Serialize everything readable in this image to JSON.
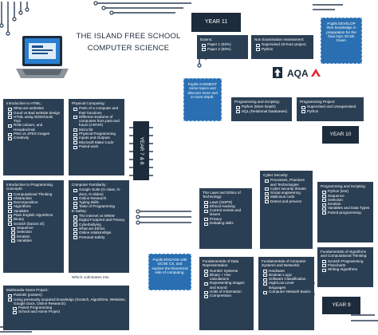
{
  "header": {
    "title_line1": "THE ISLAND FREE SCHOOL",
    "title_line2": "COMPUTER SCIENCE"
  },
  "year11": {
    "tag": "YEAR 11",
    "exams": {
      "title": "Exams:",
      "items": [
        "Paper 1 (50%)",
        "Paper 2 (50%)"
      ]
    },
    "nea": {
      "title": "Non Examination Assessment:",
      "items": [
        "Supervised 20-hour project,",
        "Python"
      ]
    },
    "pupils_open": "Pupils DEVELOP their knowledge in preparation for the final AQA GCSE Exam"
  },
  "aqa_logo": "AQA",
  "year10": {
    "tag": "YEAR 10",
    "pupils_augment": "Pupils AUGMENT some topics and discover more and in more depth.",
    "prog_scripting": {
      "title": "Programming and Scripting:",
      "items": [
        "Python (More Depth)",
        "SQL (Relational Databases)"
      ]
    },
    "prog_project": {
      "title": "Programming Project:",
      "items": [
        "Supervised and Unsupervised",
        "Python"
      ]
    },
    "cyber": {
      "title": "Cyber Security:",
      "items": [
        "Processes, Practices and Technologies",
        "Cyber security threats",
        "Social engineering",
        "Malicious code",
        "Detect and prevent"
      ]
    },
    "prog_scripting2": {
      "title": "Programming and Scripting:",
      "items": [
        "Python (text)",
        "Sequence",
        "Selection",
        "Iteration",
        "Variables and Data Types",
        "Paired programming"
      ]
    },
    "ethics": {
      "title": "The Laws and Ethics of Technology:",
      "items": [
        "Laws (GDPR)",
        "Ethical Hacking",
        "Current events and issues",
        "Privacy",
        "Debating skills"
      ]
    }
  },
  "year78": {
    "tag": "YEAR 7 & 8",
    "intro_html": {
      "title": "Introduction to HTML:",
      "items": [
        "What are websites",
        "Good vs Bad website design",
        "HTML using W3Schools Tryit",
        "RGB colours, and Hexadecimal",
        "PNG vs JPEG images",
        "Creativity"
      ]
    },
    "physical": {
      "title": "Physical Computing:",
      "items": [
        "Parts of a computer and their functions",
        "Different mediums of computers from past and future (AR/VR)",
        "Micro:bit",
        "Physical Programming",
        "Inputs and Outputs",
        "Microsoft Make Code",
        "Paired work"
      ]
    },
    "intro_prog": {
      "title": "Introduction to Programming Concepts:",
      "items": [
        "Computational Thinking",
        "Abstraction",
        "Decomposition",
        "Algorithms",
        "Variables",
        "Plain English Algorithms",
        "Binary",
        "Scratch (basics of):",
        "Sequence",
        "Selection",
        "Iteration",
        "Variables"
      ]
    },
    "familiarity": {
      "title": "Computer Familiarity:",
      "items": [
        "Google Suite (G-class, G-docs, G-slides)",
        "Online Research",
        "Typing skills",
        "Taste of Programming",
        "E-Safety:",
        "The internet vs WWW",
        "Digital Footprint and Privacy",
        "Cyberbullying",
        "What are Ethics",
        "Online relationships",
        "Personal Safety"
      ]
    },
    "culminates": "Which culminates into",
    "multimedia": {
      "title": "Multimedia Game Project:",
      "items": [
        "Paint3D (posters)",
        "Using previously acquired knowledge (Scratch, Algorithms, Websites, Google Docs, Online Research):",
        "Paired Programming",
        "School and Home Project"
      ]
    }
  },
  "year9": {
    "tag": "YEAR 9",
    "pupils_engage": "Pupils ENGAGE with GCSE CS, and explore the theoretical side of computing.",
    "fundamentals_data": {
      "title": "Fundamentals of Data Representation:",
      "items": [
        "Number Systems",
        "Binary + Hex calculations",
        "Representing images and sound",
        "Units of Information",
        "Compression"
      ]
    },
    "fundamentals_systems": {
      "title": "Fundamentals of Computer Systems and Networks:",
      "items": [
        "Hardware",
        "Boolean Logic",
        "Software Classification",
        "High/Low Level languages",
        "Computer Network basics"
      ]
    },
    "algorithms": {
      "title": "Fundamentals of Algorithms and Computational Thinking:",
      "items": [
        "Scratch Programming",
        "Flowcharts",
        "Writing Algorithms"
      ]
    }
  },
  "colors": {
    "panel": "#2b3f54",
    "tag": "#1d2c3c",
    "blue": "#2a6fb1",
    "aqa_red": "#e3262d"
  }
}
